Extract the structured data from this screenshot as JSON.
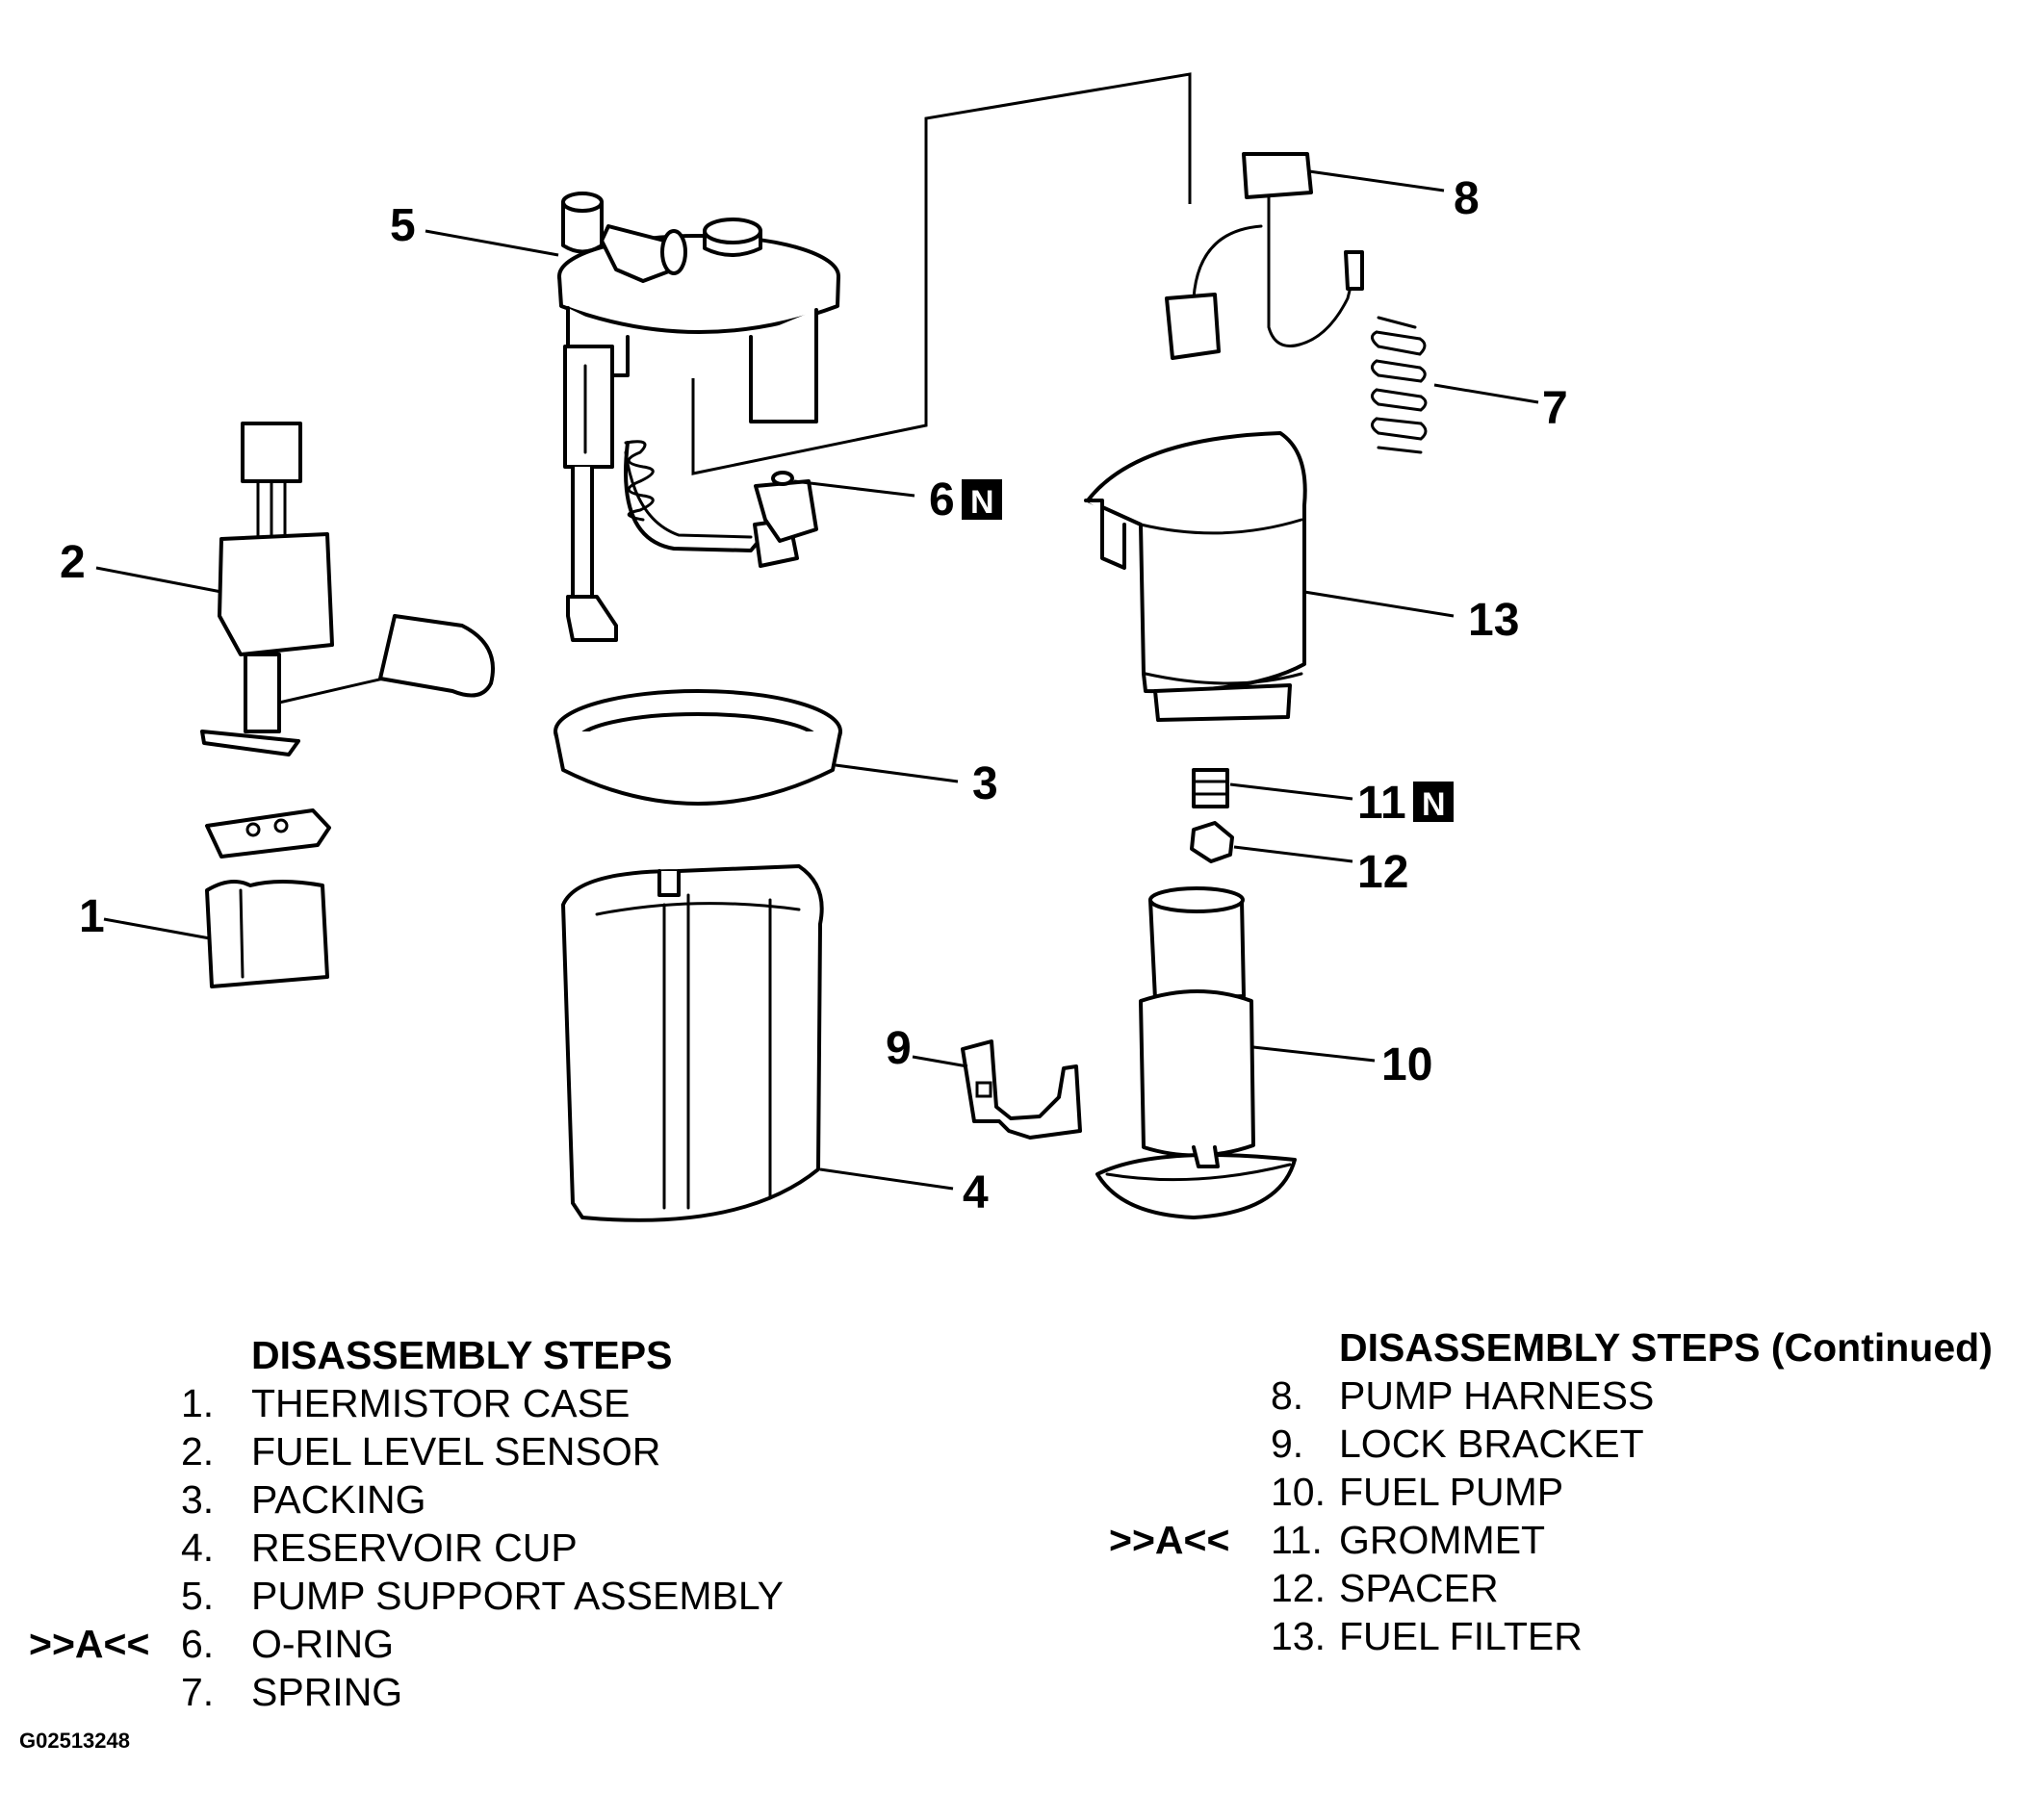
{
  "callouts": {
    "c1": "1",
    "c2": "2",
    "c3": "3",
    "c4": "4",
    "c5": "5",
    "c6": "6",
    "c7": "7",
    "c8": "8",
    "c9": "9",
    "c10": "10",
    "c11": "11",
    "c12": "12",
    "c13": "13",
    "new_part_badge": "N"
  },
  "legend_left": {
    "title": "DISASSEMBLY STEPS",
    "steps": [
      {
        "marker": "",
        "num": "1.",
        "text": "THERMISTOR CASE"
      },
      {
        "marker": "",
        "num": "2.",
        "text": "FUEL LEVEL SENSOR"
      },
      {
        "marker": "",
        "num": "3.",
        "text": "PACKING"
      },
      {
        "marker": "",
        "num": "4.",
        "text": "RESERVOIR CUP"
      },
      {
        "marker": "",
        "num": "5.",
        "text": "PUMP SUPPORT ASSEMBLY"
      },
      {
        "marker": ">>A<<",
        "num": "6.",
        "text": "O-RING"
      },
      {
        "marker": "",
        "num": "7.",
        "text": "SPRING"
      }
    ]
  },
  "legend_right": {
    "title": "DISASSEMBLY STEPS (Continued)",
    "steps": [
      {
        "marker": "",
        "num": "8.",
        "text": "PUMP HARNESS"
      },
      {
        "marker": "",
        "num": "9.",
        "text": "LOCK BRACKET"
      },
      {
        "marker": "",
        "num": "10.",
        "text": "FUEL PUMP"
      },
      {
        "marker": ">>A<<",
        "num": "11.",
        "text": "GROMMET"
      },
      {
        "marker": "",
        "num": "12.",
        "text": "SPACER"
      },
      {
        "marker": "",
        "num": "13.",
        "text": "FUEL FILTER"
      }
    ]
  },
  "figure_code": "G02513248"
}
